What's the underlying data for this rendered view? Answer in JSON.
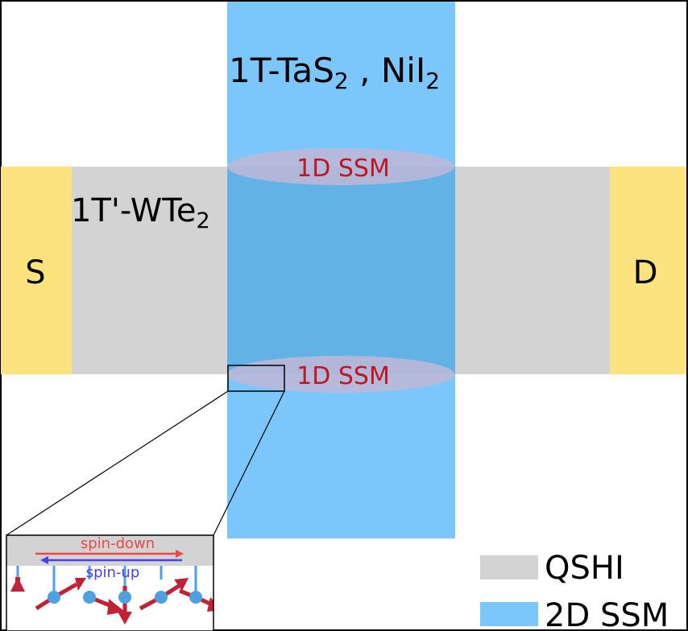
{
  "materials": {
    "vertical_strip_label_main": "1T-TaS",
    "vertical_strip_label_sub": "2",
    "vertical_strip_label_sep": " , ",
    "vertical_strip_label_second": "NiI",
    "vertical_strip_label_second_sub": "2",
    "horizontal_strip_label_main": "1T'-WTe",
    "horizontal_strip_label_sub": "2"
  },
  "contacts": {
    "source": "S",
    "drain": "D"
  },
  "interfaces": {
    "top": "1D SSM",
    "bottom": "1D SSM"
  },
  "inset": {
    "spin_down": "spin-down",
    "spin_up": "spin-up"
  },
  "legend": {
    "items": [
      {
        "label": "QSHI",
        "color": "#d3d3d3"
      },
      {
        "label": "2D SSM",
        "color": "#7bc6fb"
      }
    ]
  },
  "colors": {
    "gold": "#fde37d",
    "gray": "#d3d3d3",
    "blue": "#7bc6fb",
    "overlap": "#62b2e6",
    "ellipse": "#bfb7d6",
    "ssm_text": "#c0161f",
    "spin_down": "#e84a4a",
    "spin_up": "#4a40e8",
    "spin_arrow": "#c12236",
    "spin_dot": "#4fa0e0"
  }
}
